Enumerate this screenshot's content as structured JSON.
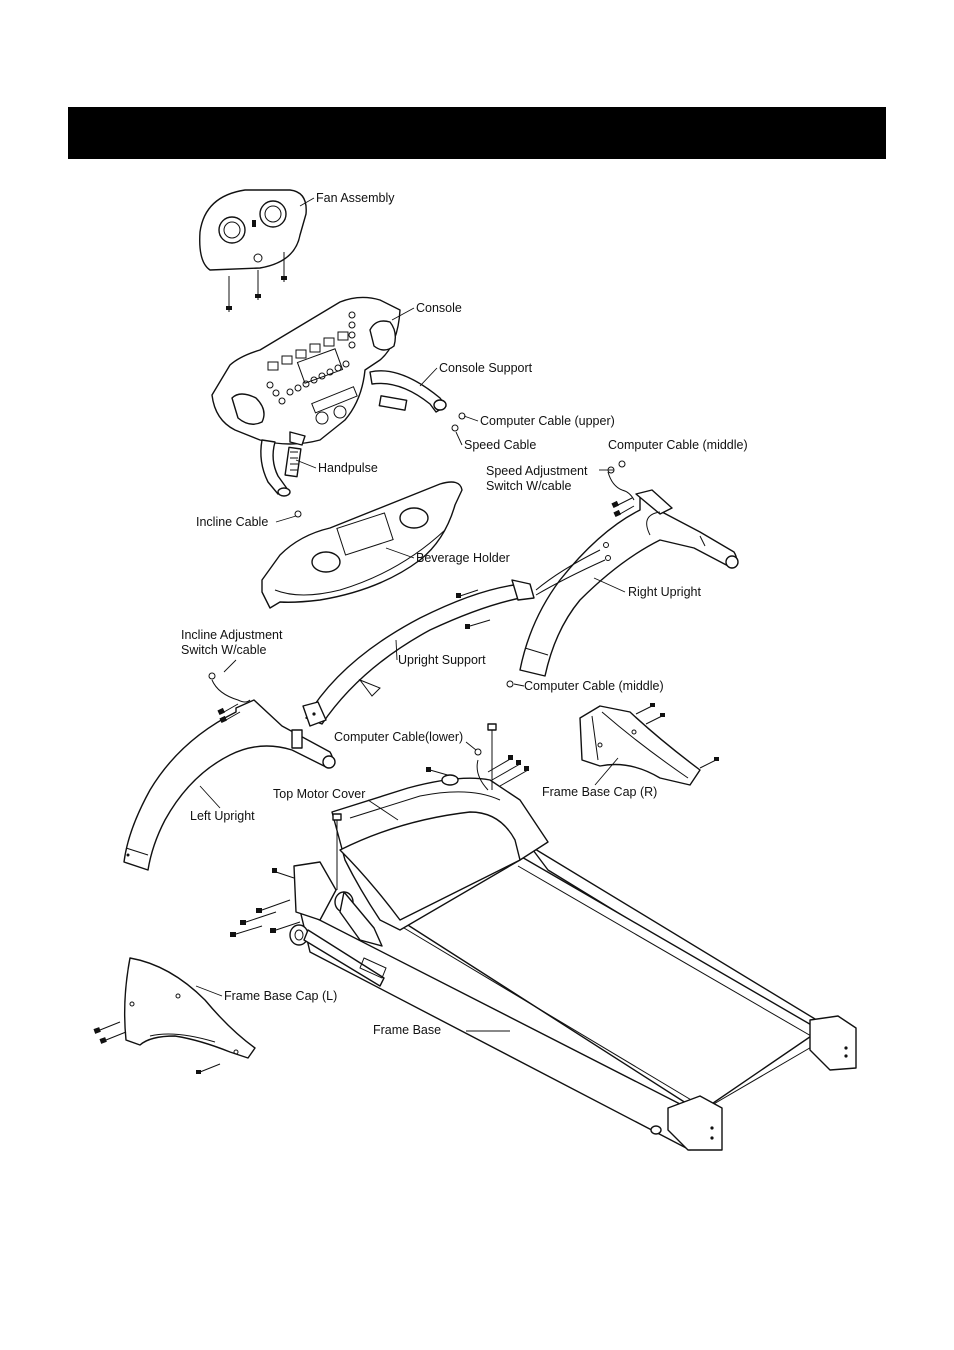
{
  "labels": {
    "fan_assembly": "Fan Assembly",
    "console": "Console",
    "console_support": "Console Support",
    "computer_cable_upper": "Computer Cable (upper)",
    "speed_cable": "Speed Cable",
    "computer_cable_middle_top": "Computer Cable (middle)",
    "speed_adjustment_1": "Speed Adjustment",
    "speed_adjustment_2": "Switch  W/cable",
    "handpulse": "Handpulse",
    "incline_cable": "Incline Cable",
    "beverage_holder": "Beverage Holder",
    "right_upright": "Right Upright",
    "incline_adjustment_1": "Incline Adjustment",
    "incline_adjustment_2": "Switch  W/cable",
    "upright_support": "Upright Support",
    "computer_cable_middle_bottom": "Computer Cable (middle)",
    "computer_cable_lower": "Computer Cable(lower)",
    "frame_base_cap_r": "Frame Base Cap (R)",
    "top_motor_cover": "Top Motor Cover",
    "left_upright": "Left Upright",
    "frame_base_cap_l": "Frame Base Cap (L)",
    "frame_base": "Frame Base"
  }
}
